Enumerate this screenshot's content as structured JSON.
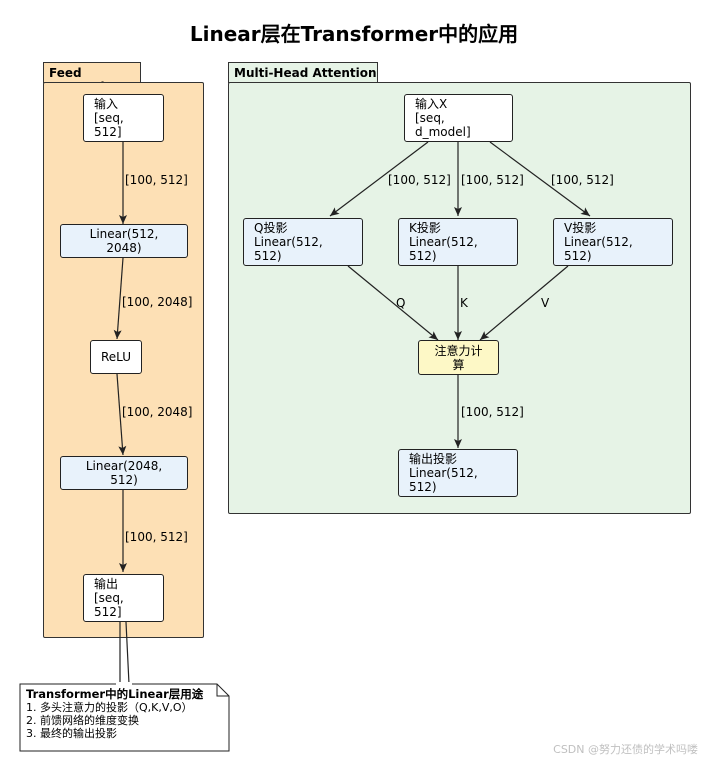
{
  "title": "Linear层在Transformer中的应用",
  "feed_forward": {
    "label": "Feed Forward",
    "input": [
      "输入",
      "[seq, 512]"
    ],
    "linear1": "Linear(512, 2048)",
    "relu": "ReLU",
    "linear2": "Linear(2048, 512)",
    "output": [
      "输出",
      "[seq, 512]"
    ],
    "edges": [
      "[100, 512]",
      "[100, 2048]",
      "[100, 2048]",
      "[100, 512]"
    ]
  },
  "mha": {
    "label": "Multi-Head Attention",
    "input": [
      "输入X",
      "[seq, d_model]"
    ],
    "q": [
      "Q投影",
      "Linear(512, 512)"
    ],
    "k": [
      "K投影",
      "Linear(512, 512)"
    ],
    "v": [
      "V投影",
      "Linear(512, 512)"
    ],
    "attn": "注意力计算",
    "output": [
      "输出投影",
      "Linear(512, 512)"
    ],
    "edges_in": [
      "[100, 512]",
      "[100, 512]",
      "[100, 512]"
    ],
    "edges_qkv": [
      "Q",
      "K",
      "V"
    ],
    "edge_out": "[100, 512]"
  },
  "note": {
    "title": "Transformer中的Linear层用途",
    "lines": [
      "1. 多头注意力的投影（Q,K,V,O）",
      "2. 前馈网络的维度变换",
      "3. 最终的输出投影"
    ]
  },
  "watermark": "CSDN @努力还债的学术吗喽",
  "colors": {
    "ff_background": "#fde0b5",
    "mha_background": "#e6f3e6",
    "linear_node": "#e8f2fb",
    "attention_node": "#fdf8c6"
  }
}
